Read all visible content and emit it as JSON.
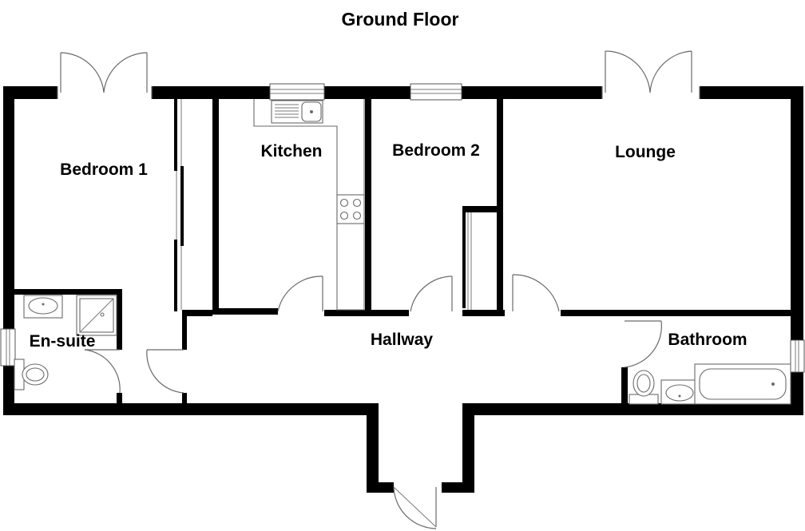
{
  "title": "Ground Floor",
  "rooms": {
    "bedroom1": "Bedroom 1",
    "kitchen": "Kitchen",
    "bedroom2": "Bedroom 2",
    "lounge": "Lounge",
    "ensuite": "En-suite",
    "hallway": "Hallway",
    "bathroom": "Bathroom"
  },
  "colors": {
    "wall": "#000000",
    "fixture_line": "#6a6a6a",
    "background": "#ffffff"
  }
}
